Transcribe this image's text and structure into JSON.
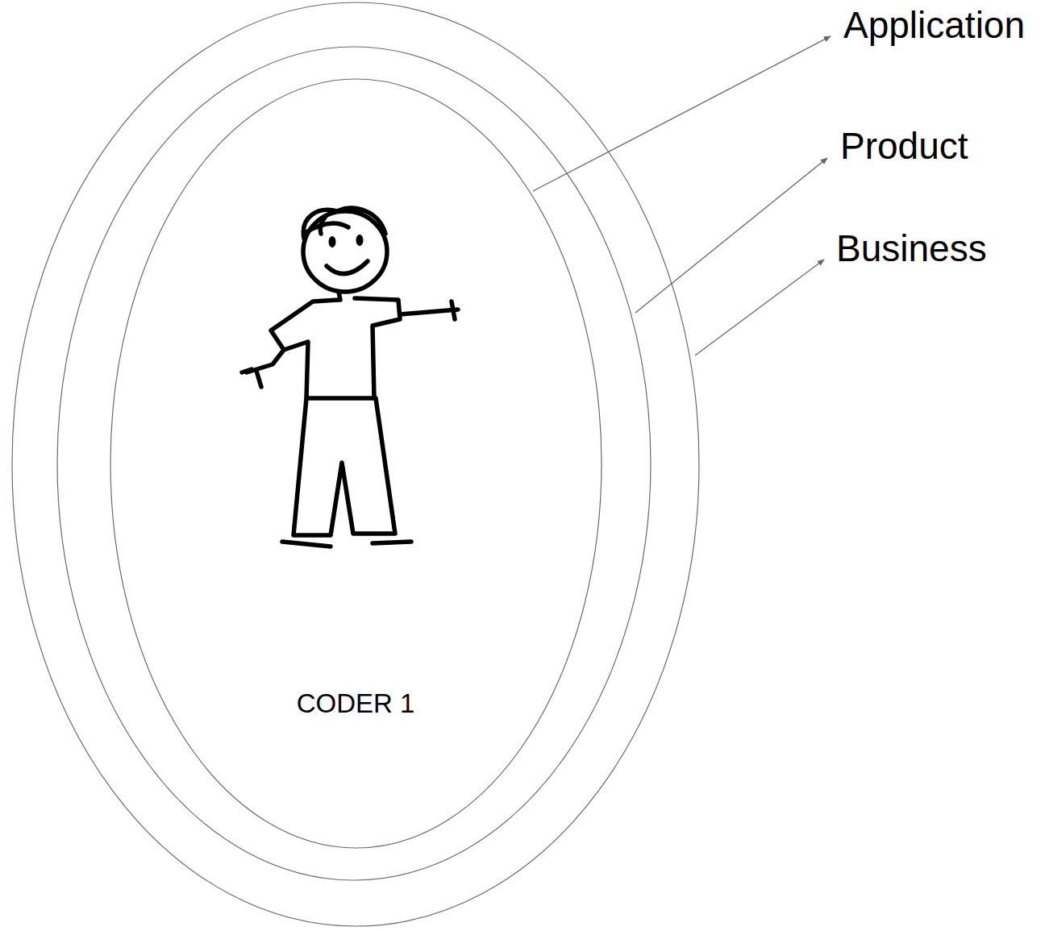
{
  "diagram": {
    "nodes": [
      {
        "text": [
          "Business"
        ]
      },
      {
        "text": [
          "Product"
        ],
        "in": 0
      },
      {
        "text": [
          "Application",
          "CODER 1"
        ],
        "in": 1
      }
    ]
  }
}
